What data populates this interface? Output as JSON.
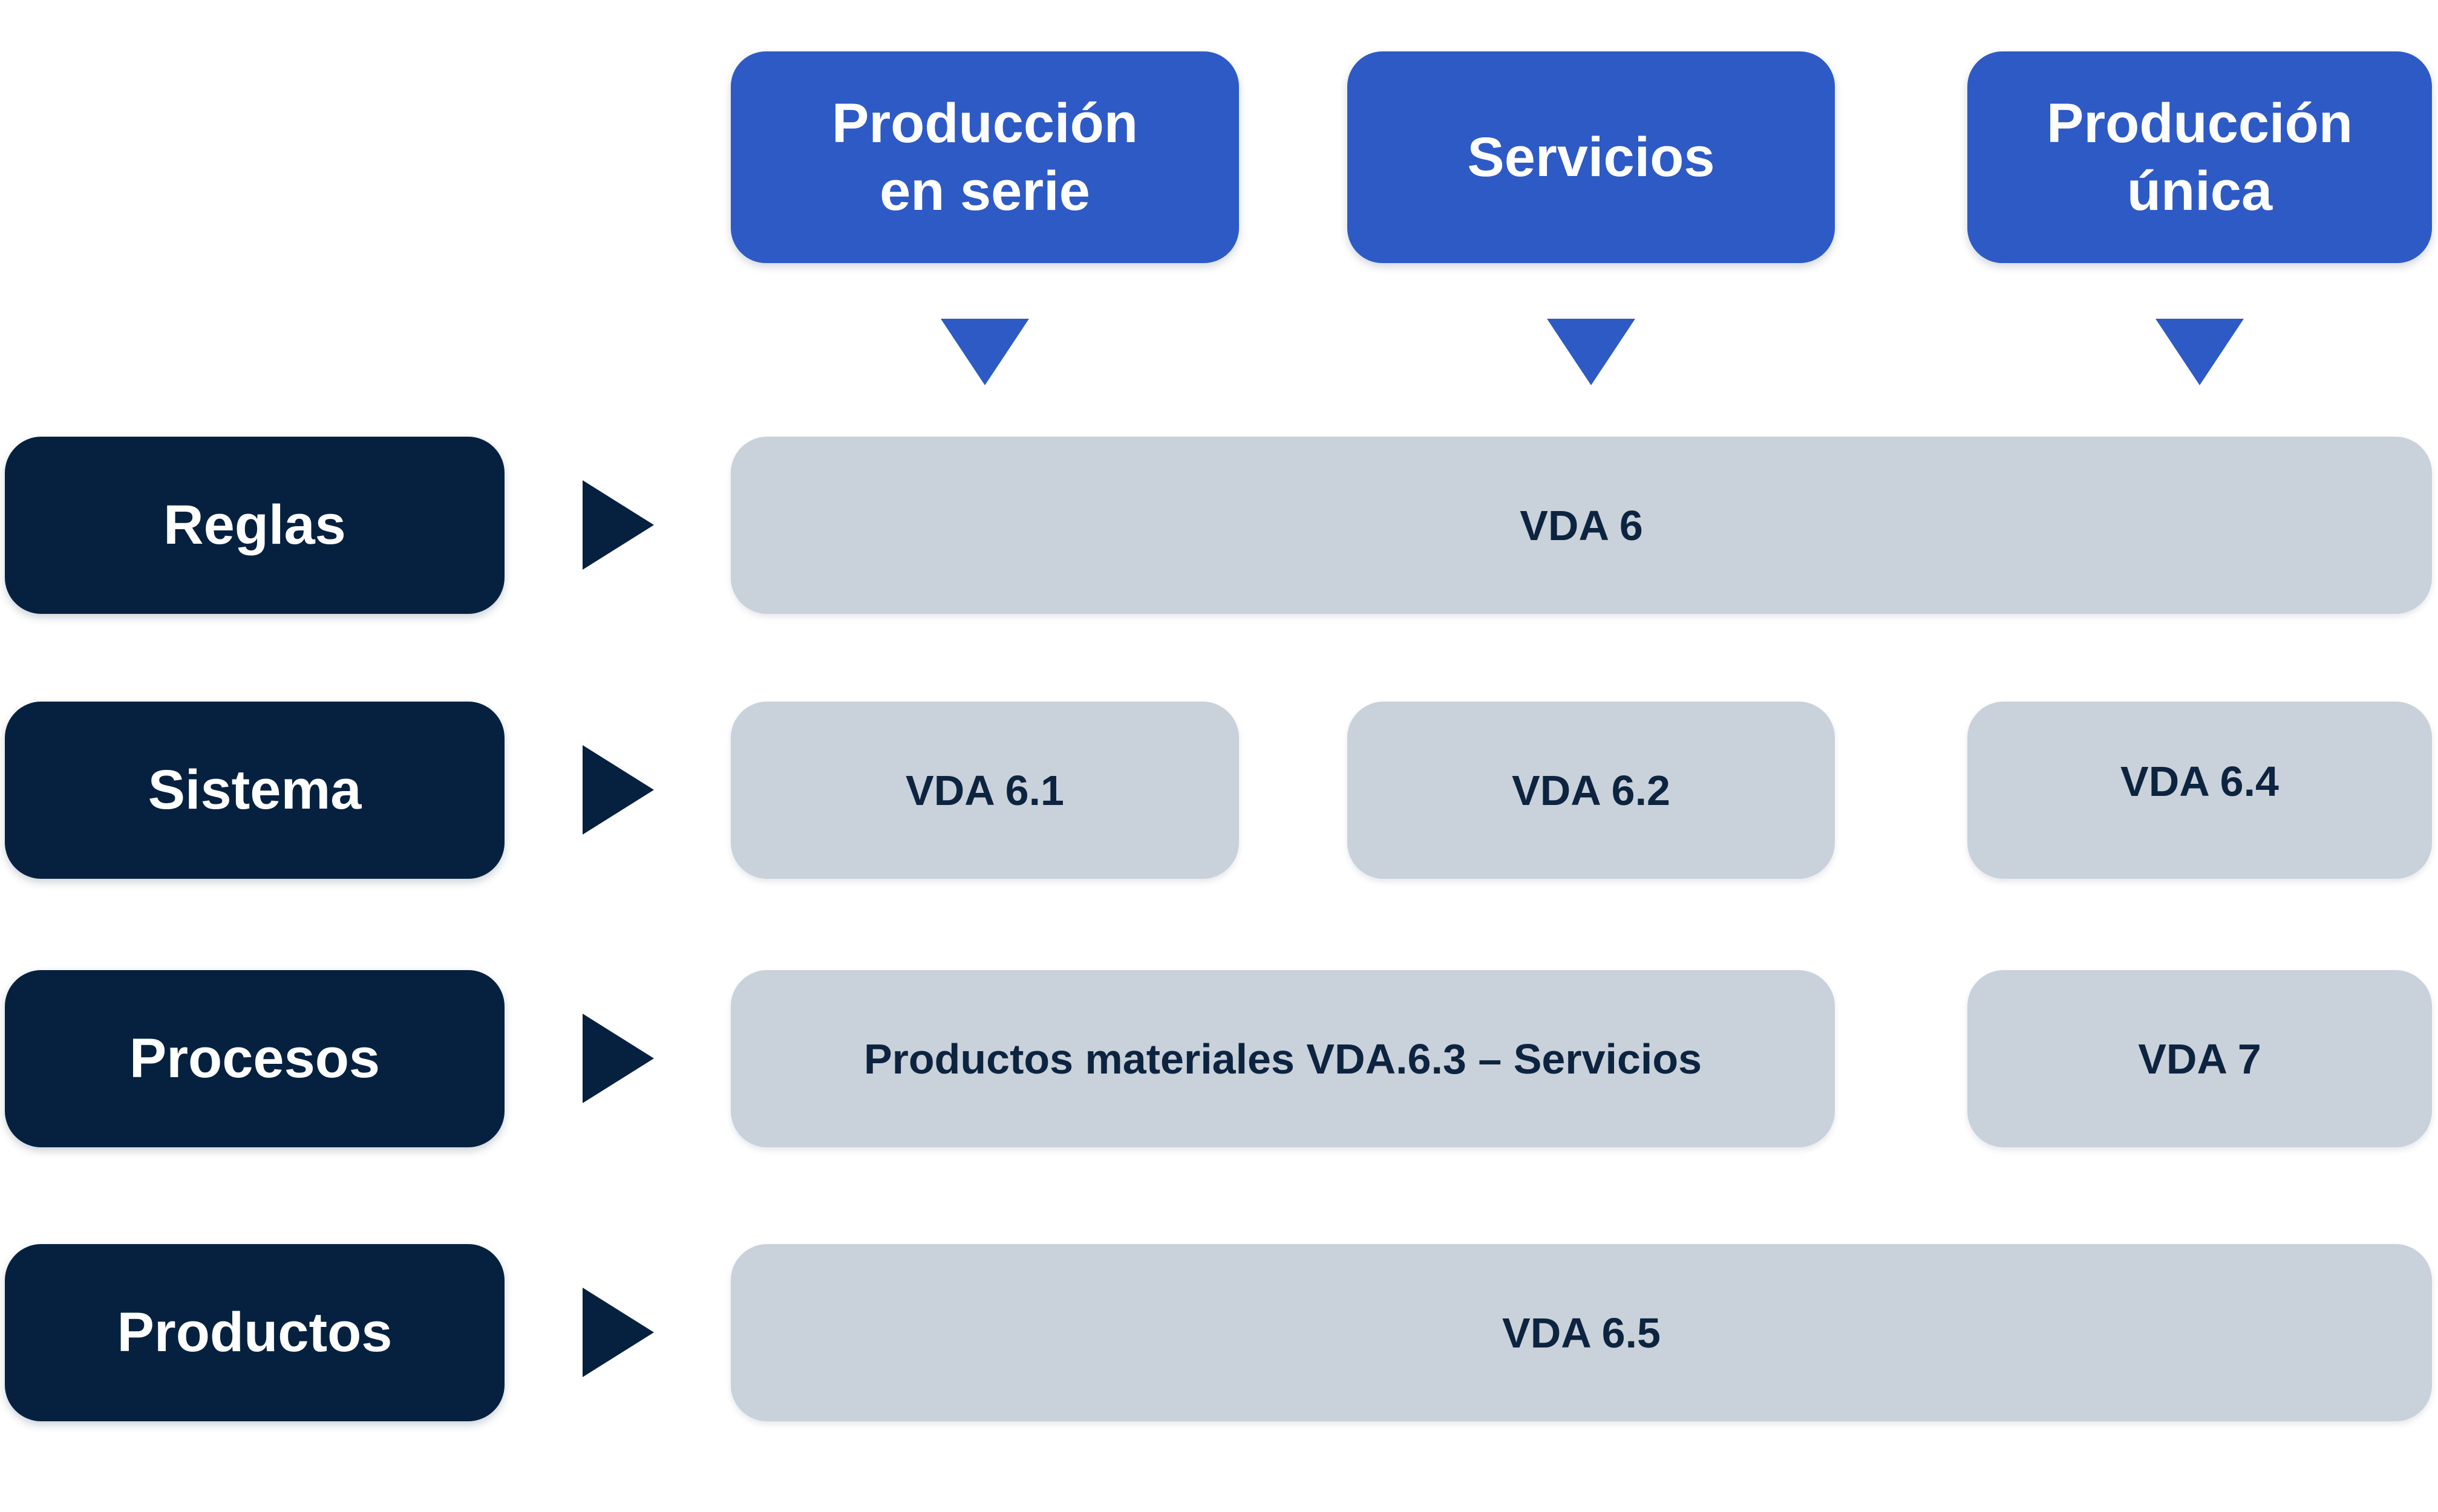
{
  "palette": {
    "accent_blue": "#2e5ac6",
    "navy": "#062140",
    "box_gray": "#c9d1da",
    "text_on_dark": "#ffffff",
    "text_on_gray": "#0d2440",
    "background": "#ffffff"
  },
  "icons": {
    "down_connector": "triangle-down",
    "row_connector": "triangle-right"
  },
  "top_headers": [
    {
      "label": "Producción\nen serie"
    },
    {
      "label": "Servicios"
    },
    {
      "label": "Producción\núnica"
    }
  ],
  "rows": [
    {
      "label": "Reglas",
      "cells": [
        {
          "text": "VDA 6",
          "span": "full"
        }
      ]
    },
    {
      "label": "Sistema",
      "cells": [
        {
          "text": "VDA 6.1",
          "span": "col1"
        },
        {
          "text": "VDA 6.2",
          "span": "col2"
        },
        {
          "text": "VDA 6.4",
          "span": "col3"
        }
      ]
    },
    {
      "label": "Procesos",
      "cells": [
        {
          "text": "Productos materiales VDA.6.3 – Servicios",
          "span": "col1-col2"
        },
        {
          "text": "VDA 7",
          "span": "col3"
        }
      ]
    },
    {
      "label": "Productos",
      "cells": [
        {
          "text": "VDA 6.5",
          "span": "full"
        }
      ]
    }
  ]
}
